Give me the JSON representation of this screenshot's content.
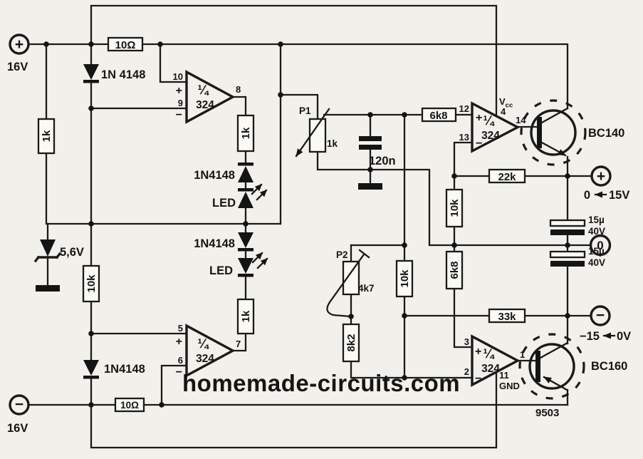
{
  "meta": {
    "description": "Scanned schematic of a dual 0-15V / -15-0V tracking bench power supply built around an LM324 quad op-amp with BC140/BC160 pass transistors",
    "design_code": "9503"
  },
  "colors": {
    "ink": "#1a1a1a",
    "accent_red": "#e40f0f",
    "paper": "#f2f0ea"
  },
  "labels": {
    "v16": "16V",
    "plus": "+",
    "minus": "−",
    "zero": "0",
    "r10ohm": "10Ω",
    "r1k": "1k",
    "r10k": "10k",
    "r6k8": "6k8",
    "r22k": "22k",
    "r33k": "33k",
    "r8k2": "8k2",
    "d1n4148": "1N4148",
    "d1n4148_sp": "1N 4148",
    "led": "LED",
    "zener": "5,6V",
    "p1": "P1",
    "p1_val": "1k",
    "p2": "P2",
    "p2_val": "4k7",
    "c120n": "120n",
    "c15u": "15µ",
    "c40v": "40V",
    "quarter": "¼",
    "ic324": "324",
    "vcc_v": "V",
    "vcc_cc": "cc",
    "gnd": "GND",
    "pin1": "1",
    "pin2": "2",
    "pin3": "3",
    "pin4": "4",
    "pin5": "5",
    "pin6": "6",
    "pin7": "7",
    "pin8": "8",
    "pin9": "9",
    "pin10": "10",
    "pin11": "11",
    "pin12": "12",
    "pin13": "13",
    "pin14": "14",
    "bc140": "BC140",
    "bc160": "BC160",
    "code": "9503",
    "out_pos_from": "0",
    "out_pos_to": "15V",
    "out_neg_from": "−15",
    "out_neg_to": "0V",
    "watermark": "homemade-circuits.com"
  }
}
